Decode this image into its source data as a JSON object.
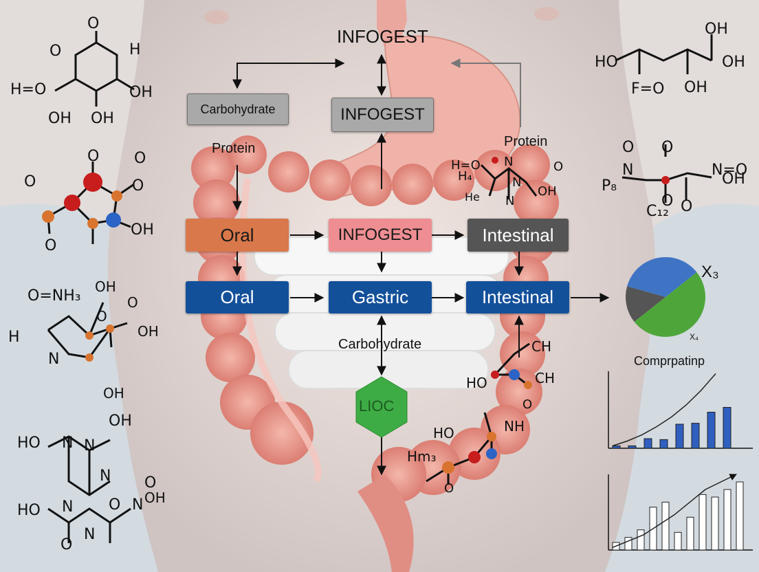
{
  "title": "INFOGEST",
  "top_boxes": {
    "carbohydrate": "Carbohydrate",
    "infogest": "INFOGEST"
  },
  "labels": {
    "protein_left": "Protein",
    "protein_right": "Protein",
    "carbohydrate_mid": "Carbohydrate",
    "comparing": "Comprpatinp"
  },
  "row1": {
    "oral": "Oral",
    "infogest": "INFOGEST",
    "intestinal": "Intestinal"
  },
  "row2": {
    "oral": "Oral",
    "gastric": "Gastric",
    "intestinal": "Intestinal"
  },
  "hexagon": {
    "label": "LIOC"
  },
  "pie_labels": {
    "x3": "X₃",
    "x4": "X₄"
  },
  "chem_labels": {
    "tl_o_top": "O",
    "tl_o_left": "O",
    "tl_h": "H",
    "tl_ho": "H=O",
    "tl_oh_left": "OH",
    "tl_oh_mid": "OH",
    "tl_oh_right": "OH",
    "ml_o_top": "O",
    "ml_o_right": "O",
    "ml_o_left": "O",
    "ml_o_far": "O",
    "ml_o_bottom": "O",
    "ml_oh": "OH",
    "nh3": "O=NH₃",
    "l3_oh_top": "OH",
    "l3_o_right": "O",
    "l3_h": "H",
    "l3_n": "N",
    "l3_o": "O",
    "l3_oh_right": "OH",
    "l3_oh_bottom": "OH",
    "bl_ho_top": "HO",
    "bl_n1": "N",
    "bl_n2": "N",
    "bl_oh": "OH",
    "bl_n3": "N",
    "bl_o_right": "O",
    "bl_ho_bottom": "HO",
    "bl_n4": "N",
    "bl_o2": "O",
    "bl_n5": "N",
    "bl_n6": "N",
    "bl_oh2": "OH",
    "bl_o_bottom": "O",
    "tr_oh_top": "OH",
    "tr_ho": "HO",
    "tr_oh_right": "OH",
    "tr_f": "F=O",
    "tr_oh_bottom": "OH",
    "mr_o1": "O",
    "mr_o2": "O",
    "mr_n": "N",
    "mr_no": "N=O",
    "mr_oh": "OH",
    "mr_p": "P₈",
    "mr_c": "C₁₂",
    "mr_o3": "O",
    "mr_o4": "O",
    "cp_h4": "H₄",
    "cp_ho": "H=O",
    "cp_n1": "N",
    "cp_o": "O",
    "cp_he": "He",
    "cp_n2": "N",
    "cp_n3": "N",
    "cp_oh": "OH",
    "cl_ch1": "CH",
    "cl_ho": "HO",
    "cl_ch2": "CH",
    "cl_o1": "O",
    "cl_ho2": "HO",
    "cl_nh": "NH",
    "cl_hm3": "Hm₃",
    "cl_o2": "O"
  },
  "chart_data": [
    {
      "type": "pie",
      "values": [
        0.5,
        0.15,
        0.35
      ],
      "colors": [
        "#4ea63a",
        "#555555",
        "#3f74c4"
      ],
      "legend": "right"
    },
    {
      "type": "bar",
      "values": [
        5,
        5,
        20,
        18,
        50,
        52,
        75,
        85
      ],
      "trend": [
        5,
        15,
        28,
        45,
        65,
        90,
        120,
        155
      ],
      "ylim": [
        0,
        160
      ],
      "color": "#2f5fbf"
    },
    {
      "type": "bar",
      "values": [
        15,
        25,
        40,
        85,
        95,
        35,
        65,
        110,
        105,
        120,
        135
      ],
      "trend": [
        5,
        30,
        70,
        120,
        150
      ],
      "ylim": [
        0,
        150
      ],
      "color": "#ffffff"
    }
  ]
}
